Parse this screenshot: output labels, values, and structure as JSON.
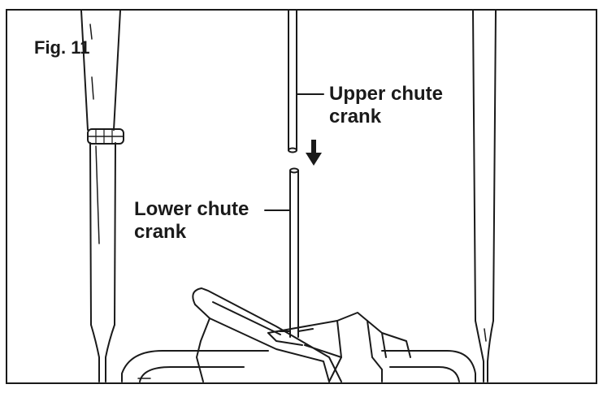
{
  "figure": {
    "title": "Fig. 11",
    "labels": {
      "upper": {
        "line1": "Upper chute",
        "line2": "crank"
      },
      "lower": {
        "line1": "Lower chute",
        "line2": "crank"
      }
    },
    "icons": [
      "down-arrow-icon"
    ]
  }
}
